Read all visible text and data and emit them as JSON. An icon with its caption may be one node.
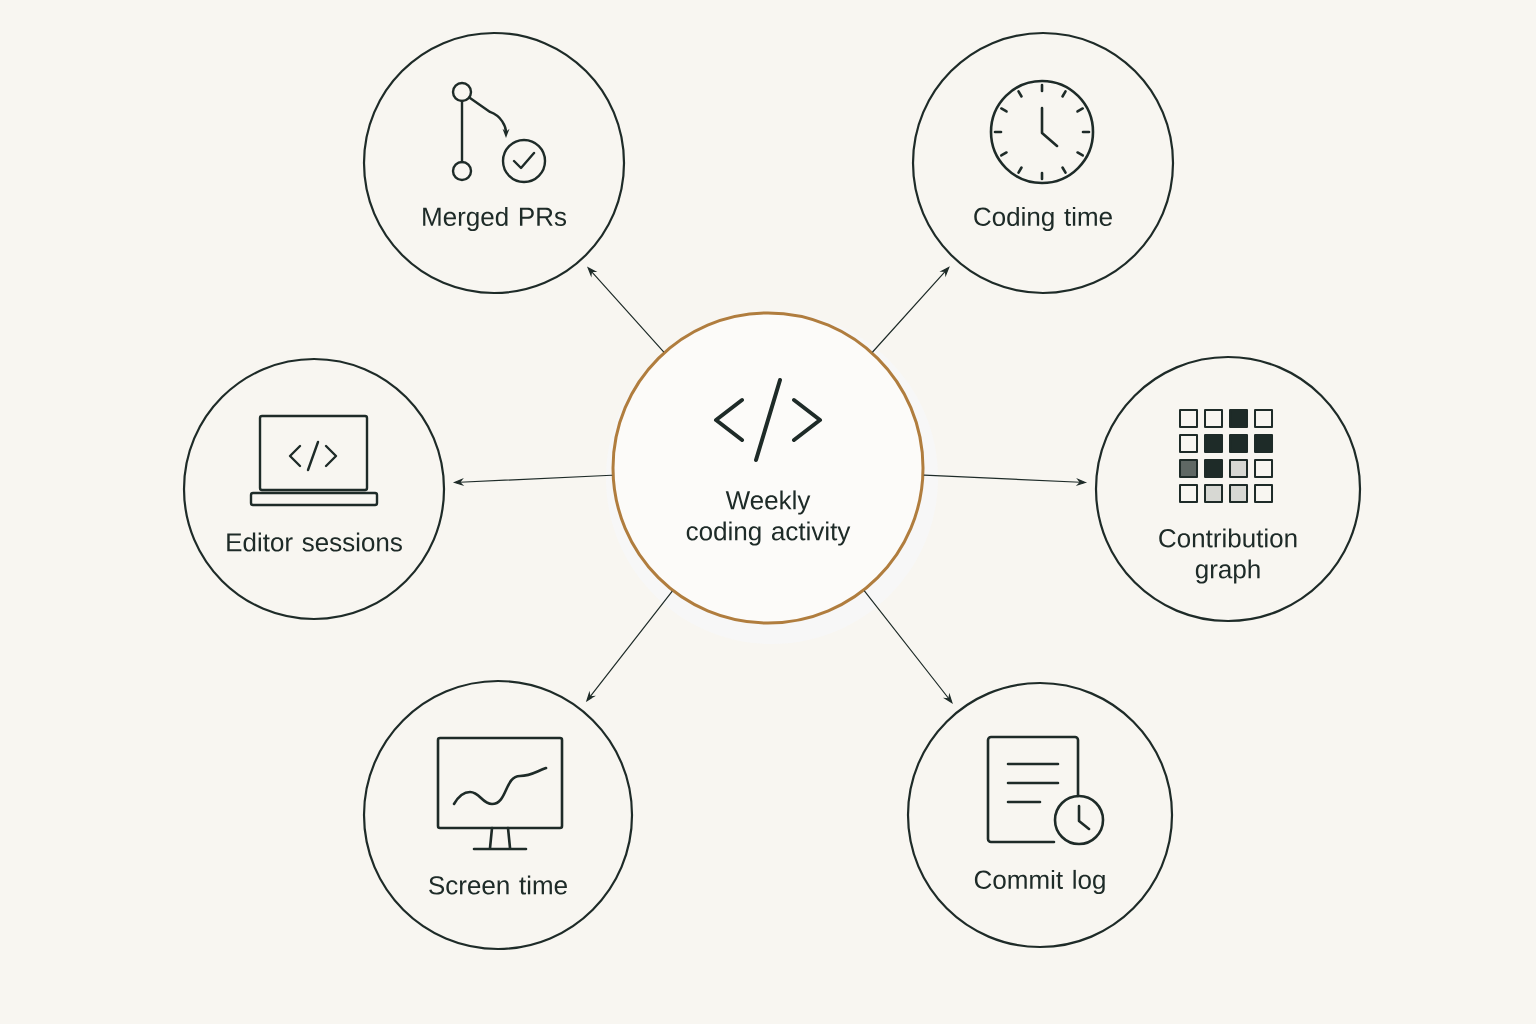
{
  "diagram": {
    "nodes": [
      {
        "text": [
          "Weekly coding activity"
        ]
      },
      {
        "text": [
          "Merged PRs"
        ]
      },
      {
        "text": [
          "Coding time"
        ]
      },
      {
        "text": [
          "Editor sessions"
        ]
      },
      {
        "text": [
          "Contribution graph"
        ]
      },
      {
        "text": [
          "Screen time"
        ]
      },
      {
        "text": [
          "Commit log"
        ]
      }
    ],
    "edges": [
      {
        "from": 0,
        "to": 1,
        "arrow": "to"
      },
      {
        "from": 0,
        "to": 2,
        "arrow": "to"
      },
      {
        "from": 0,
        "to": 3,
        "arrow": "to"
      },
      {
        "from": 0,
        "to": 4,
        "arrow": "to"
      },
      {
        "from": 0,
        "to": 5,
        "arrow": "to"
      },
      {
        "from": 0,
        "to": 6,
        "arrow": "to"
      }
    ]
  }
}
